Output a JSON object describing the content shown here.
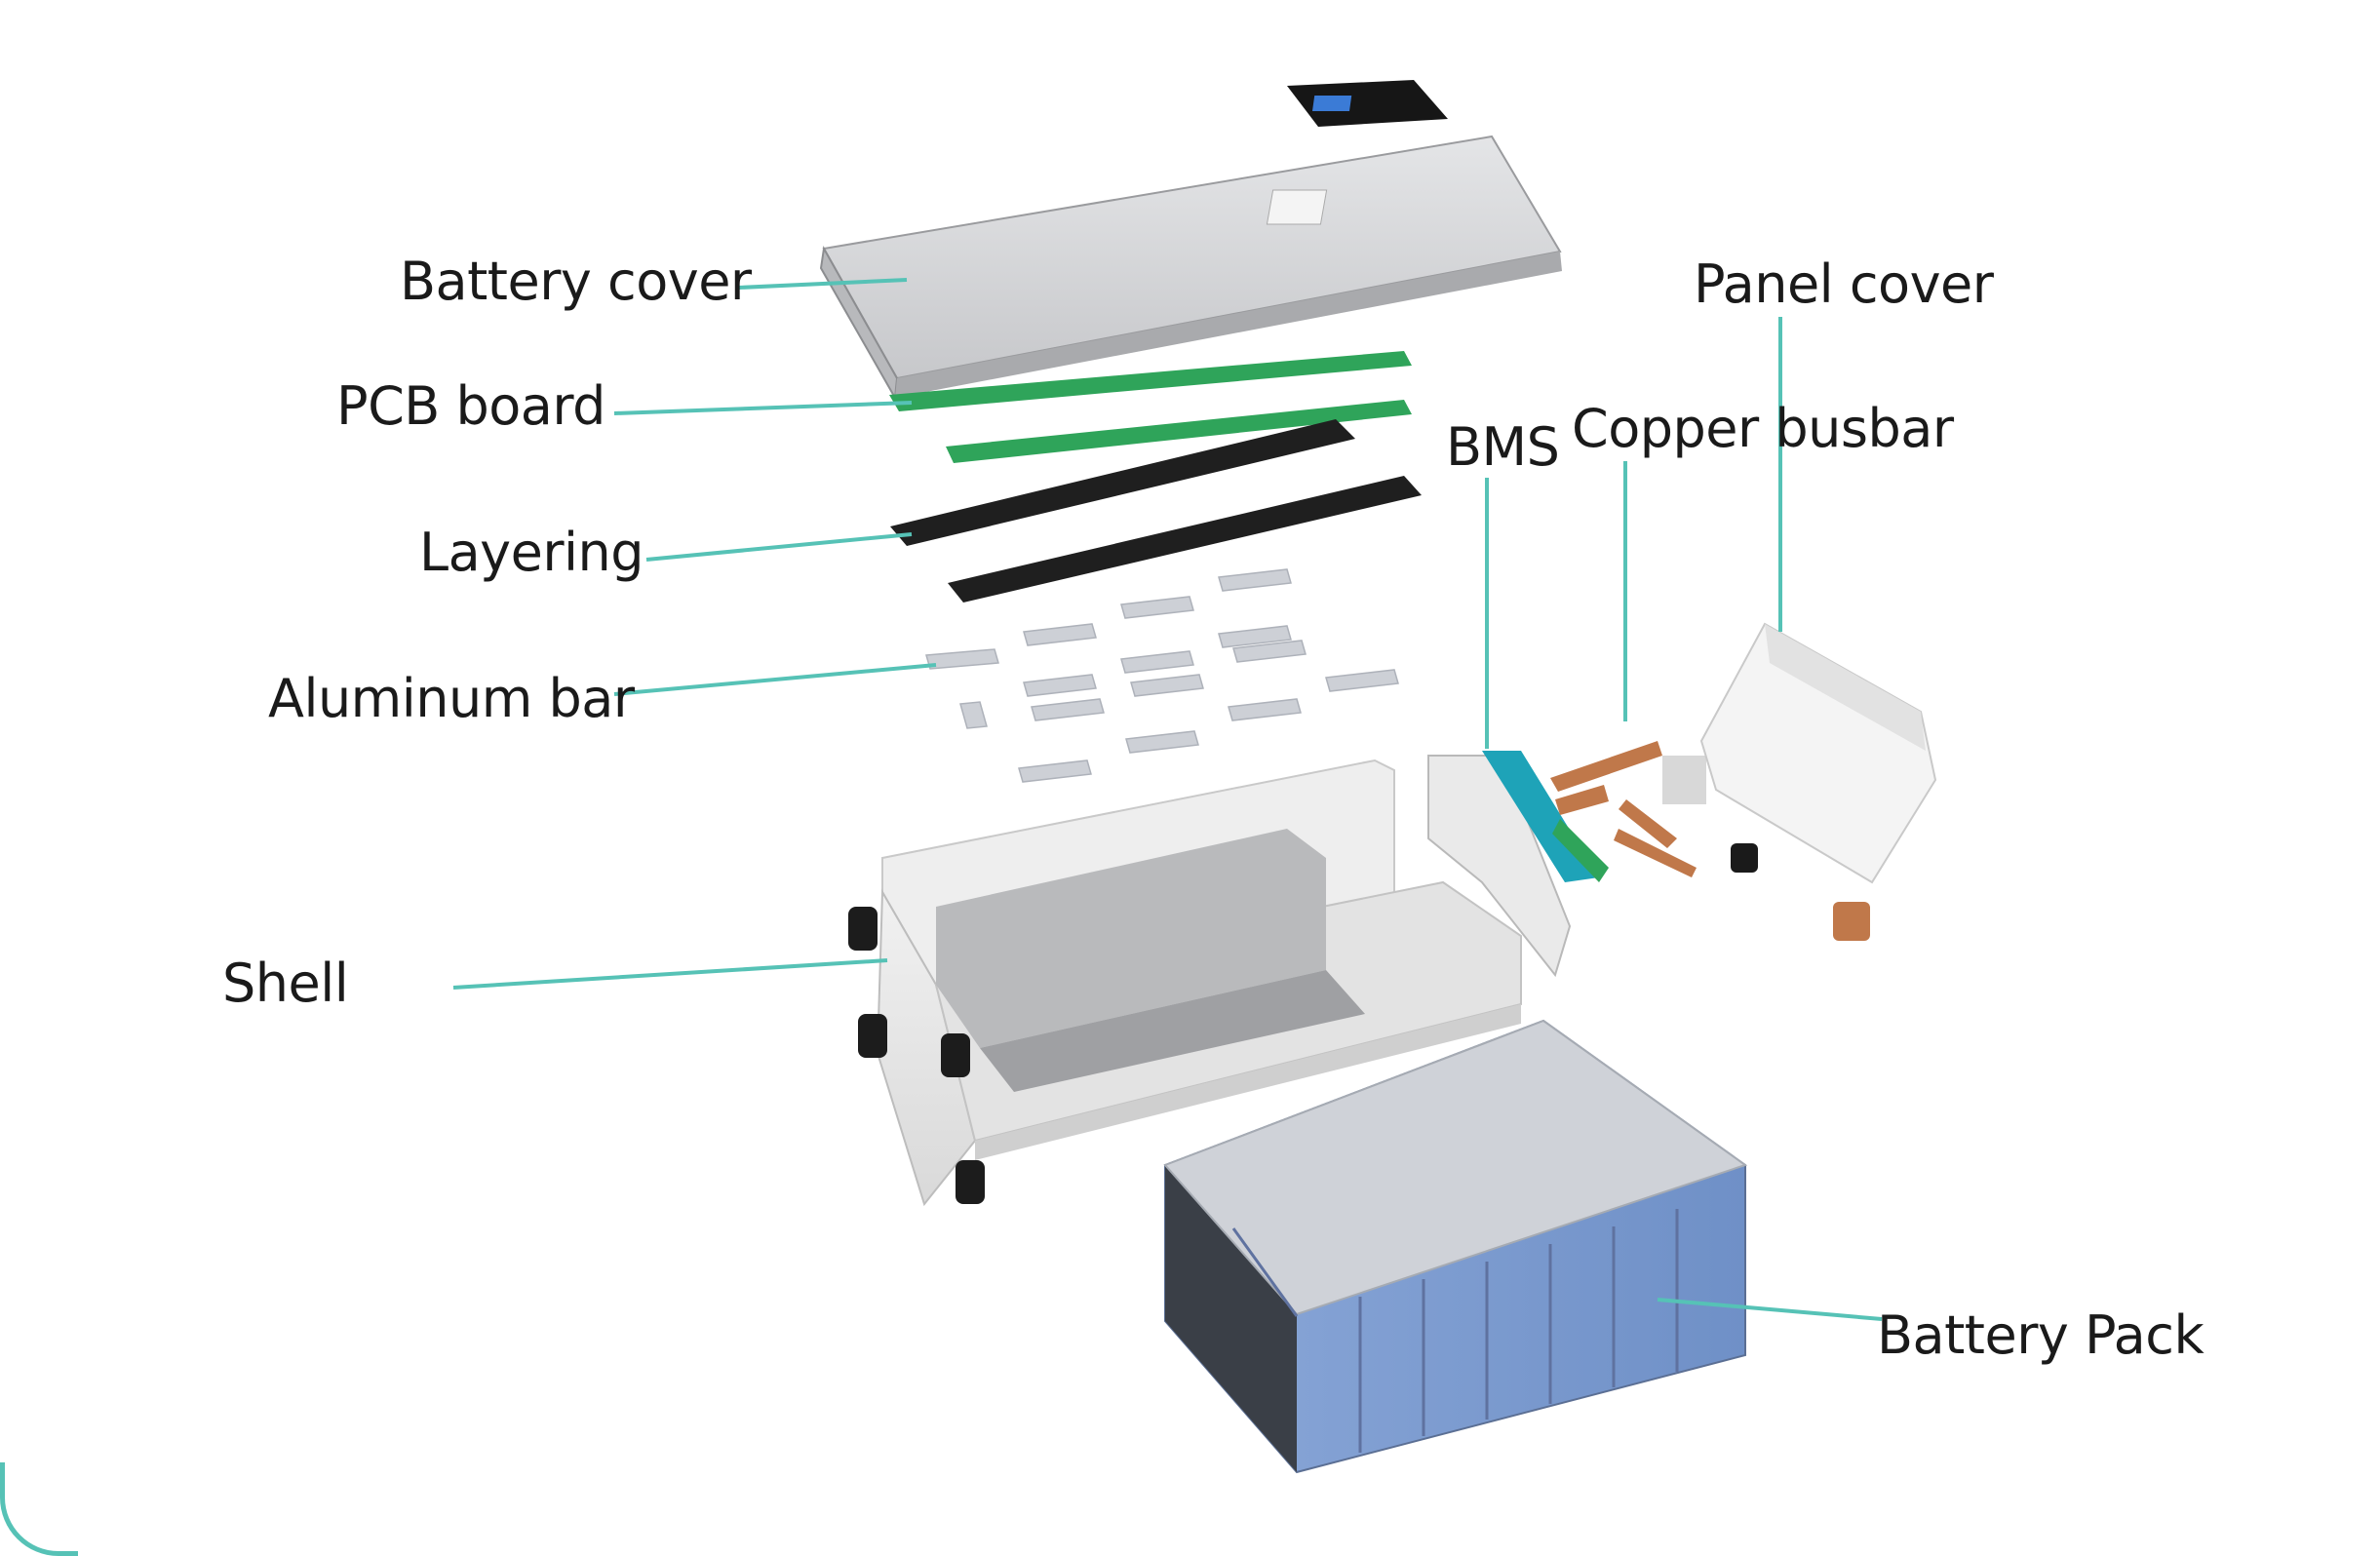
{
  "labels": {
    "battery_cover": "Battery cover",
    "pcb_board": "PCB board",
    "layering": "Layering",
    "aluminum_bar": "Aluminum bar",
    "shell": "Shell",
    "bms": "BMS",
    "copper_busbar": "Copper busbar",
    "panel_cover": "Panel cover",
    "battery_pack": "Battery Pack"
  },
  "colors": {
    "leader_line": "#56c2b6",
    "cover": "#d9dadc",
    "pcb": "#2fa45a",
    "layering": "#222222",
    "aluminum": "#c9ccd2",
    "shell": "#e6e6e6",
    "cells": "#7f9fd3",
    "cell_dark": "#3a3f47",
    "copper": "#c0784a"
  }
}
